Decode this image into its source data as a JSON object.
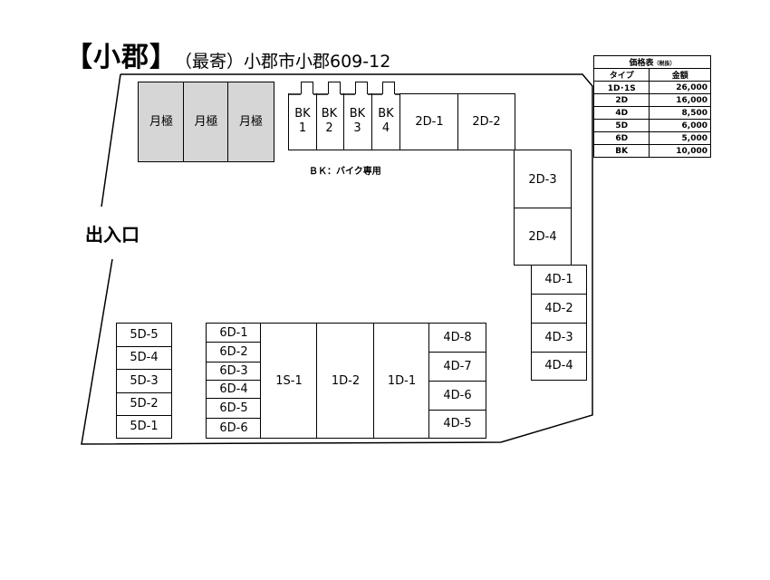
{
  "header": {
    "title": "【小郡】",
    "subtitle": "（最寄）小郡市小郡609-12"
  },
  "entrance_label": "出入口",
  "bk_note": "ＢＫ：バイク専用",
  "monthly_spaces": [
    "月極",
    "月極",
    "月極"
  ],
  "bike_spaces": [
    {
      "line1": "BK",
      "line2": "1"
    },
    {
      "line1": "BK",
      "line2": "2"
    },
    {
      "line1": "BK",
      "line2": "3"
    },
    {
      "line1": "BK",
      "line2": "4"
    }
  ],
  "units": {
    "top_2d": [
      "2D-1",
      "2D-2"
    ],
    "right_2d": [
      "2D-3",
      "2D-4"
    ],
    "right_4d": [
      "4D-1",
      "4D-2",
      "4D-3",
      "4D-4"
    ],
    "col_5d": [
      "5D-5",
      "5D-4",
      "5D-3",
      "5D-2",
      "5D-1"
    ],
    "col_6d": [
      "6D-1",
      "6D-2",
      "6D-3",
      "6D-4",
      "6D-5",
      "6D-6"
    ],
    "large": [
      "1S-1",
      "1D-2",
      "1D-1"
    ],
    "col_4d": [
      "4D-8",
      "4D-7",
      "4D-6",
      "4D-5"
    ]
  },
  "price_table": {
    "caption": "価格表",
    "caption_note": "（税抜）",
    "headers": [
      "タイプ",
      "金額"
    ],
    "rows": [
      {
        "type": "1D･1S",
        "price": "26,000"
      },
      {
        "type": "2D",
        "price": "16,000"
      },
      {
        "type": "4D",
        "price": "8,500"
      },
      {
        "type": "5D",
        "price": "6,000"
      },
      {
        "type": "6D",
        "price": "5,000"
      },
      {
        "type": "BK",
        "price": "10,000"
      }
    ]
  }
}
